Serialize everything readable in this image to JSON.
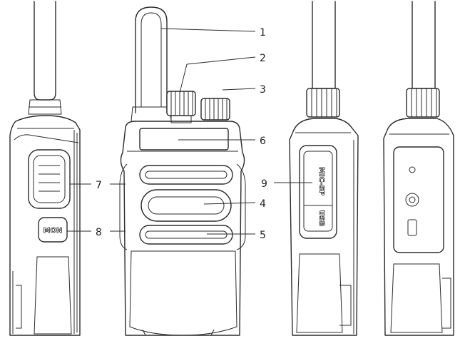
{
  "callouts": [
    {
      "number": "1"
    },
    {
      "number": "2"
    },
    {
      "number": "3"
    },
    {
      "number": "4"
    },
    {
      "number": "5"
    },
    {
      "number": "6"
    },
    {
      "number": "7"
    },
    {
      "number": "8"
    },
    {
      "number": "9"
    }
  ],
  "side_button_label": "MON",
  "port_labels": {
    "mic_sp": "MIC-SP",
    "usb": "USB"
  },
  "colors": {
    "line": "#2b2b2b",
    "background": "#ffffff"
  }
}
